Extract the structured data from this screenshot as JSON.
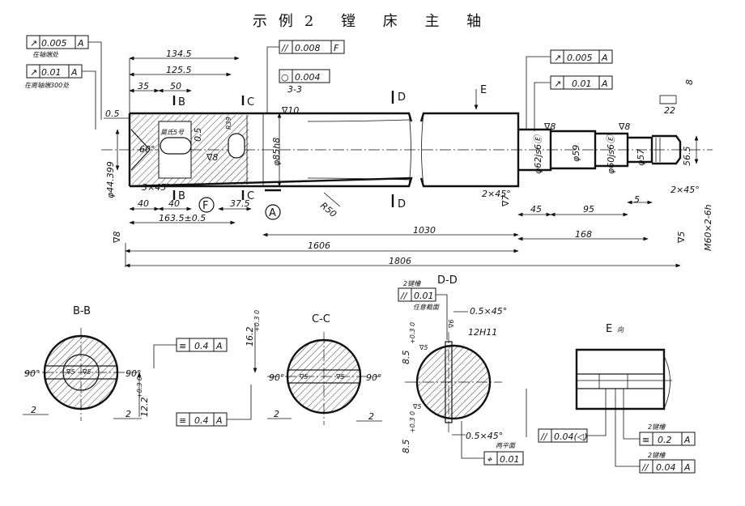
{
  "title": "示例2   镗 床 主 轴",
  "feature_frames": {
    "runout_left": {
      "symbol": "↗",
      "tol": "0.005",
      "datum": "A",
      "note": "在轴端处"
    },
    "runout_left2": {
      "symbol": "↗",
      "tol": "0.01",
      "datum": "A",
      "note": "在离轴端300处"
    },
    "parallel_top": {
      "symbol": "//",
      "tol": "0.008",
      "datum": "F"
    },
    "roundness": {
      "symbol": "○",
      "tol": "0.004",
      "note": "3-3"
    },
    "runout_right1": {
      "symbol": "↗",
      "tol": "0.005",
      "datum": "A"
    },
    "runout_right2": {
      "symbol": "↗",
      "tol": "0.01",
      "datum": "A"
    },
    "sym_bb": {
      "symbol": "≡",
      "tol": "0.4",
      "datum": "A"
    },
    "sym_cc": {
      "symbol": "≡",
      "tol": "0.4",
      "datum": "A"
    },
    "parallel_dd": {
      "symbol": "//",
      "tol": "0.01",
      "note_top": "2键槽",
      "note": "任意截面"
    },
    "position_dd": {
      "symbol": "⌖",
      "tol": "0.01",
      "note": "两平面"
    },
    "parallel_e": {
      "symbol": "//",
      "tol": "0.04(◁)"
    },
    "sym_e": {
      "symbol": "≡",
      "tol": "0.2",
      "datum": "A",
      "note": "2键槽"
    },
    "parallel_e2": {
      "symbol": "//",
      "tol": "0.04",
      "datum": "A",
      "note": "2键槽"
    }
  },
  "dims": {
    "d134": "134.5",
    "d125": "125.5",
    "d35": "35",
    "d50": "50",
    "d05": "0.5",
    "d60deg": "60°",
    "morse": "莫氏5号",
    "d05b": "0.5",
    "r39": "R39",
    "phi85": "φ85h8",
    "phi44": "φ44.399",
    "d3x45": "3×45°",
    "d40a": "40",
    "d40b": "40",
    "d1635": "163.5±0.5",
    "d375": "37.5",
    "r50": "R50",
    "d1030": "1030",
    "d1606": "1606",
    "d1806": "1806",
    "d168": "168",
    "d45": "45",
    "d95": "95",
    "d5": "5",
    "d8": "8",
    "d22": "22",
    "phi62": "φ62js6Ⓔ",
    "phi59": "φ59",
    "phi60": "φ60js6Ⓔ",
    "phi57": "φ57",
    "d565": "56.5",
    "m60": "M60×2-6h",
    "d2x45": "2×45°",
    "d2x45b": "2×45°",
    "rough10": "∇10",
    "rough8a": "∇8",
    "rough8b": "∇8",
    "rough8c": "∇8",
    "rough8d": "∇8",
    "rough7": "∇7",
    "rough5": "∇5",
    "cutB": "B",
    "cutC": "C",
    "cutD": "D",
    "cutE": "E",
    "circF": "F",
    "circA": "A"
  },
  "sections": {
    "bb": {
      "label": "B-B",
      "a90l": "90°",
      "a90r": "90°",
      "s5a": "∇5",
      "s5b": "∇5",
      "d2a": "2",
      "d2b": "2",
      "d122": "12.2",
      "tol122": "+0.3 0"
    },
    "cc": {
      "label": "C-C",
      "a90l": "90°",
      "a90r": "90°",
      "s5a": "∇5",
      "s5b": "∇5",
      "d2a": "2",
      "d2b": "2",
      "d162": "16.2",
      "tol162": "+0.3 0"
    },
    "dd": {
      "label": "D-D",
      "d85a": "8.5",
      "d85b": "8.5",
      "tol": "+0.3 0",
      "d05x45a": "0.5×45°",
      "d05x45b": "0.5×45°",
      "key": "12H11",
      "r16": "∇6",
      "s5a": "∇5",
      "s5b": "∇5"
    },
    "e": {
      "label": "E",
      "suffix": "向"
    }
  }
}
